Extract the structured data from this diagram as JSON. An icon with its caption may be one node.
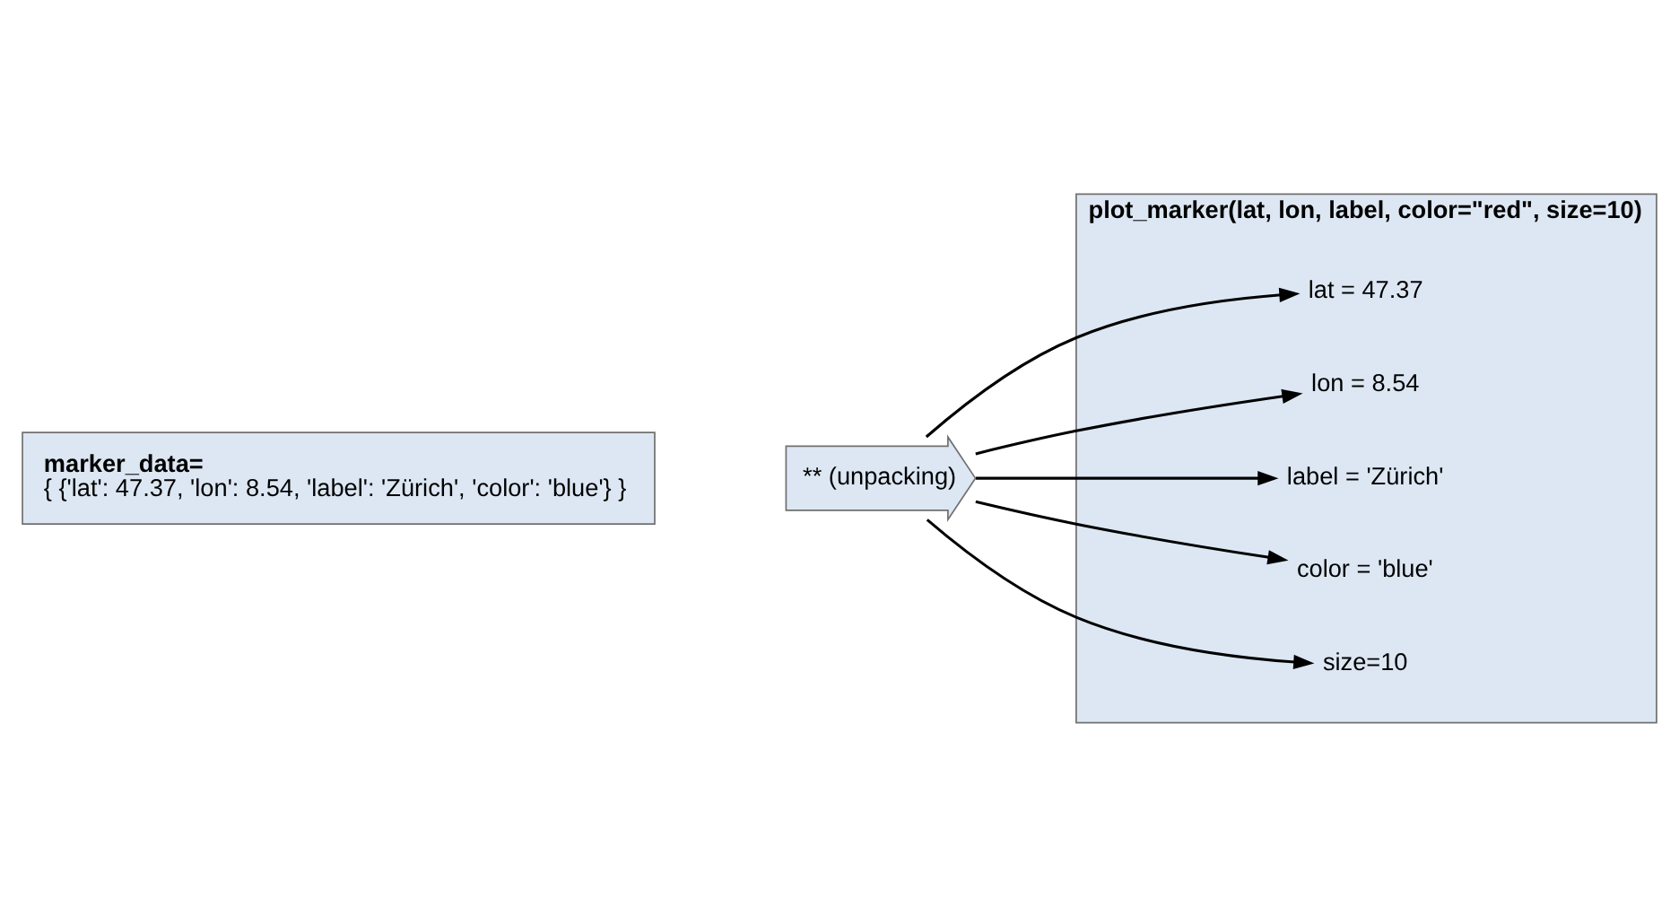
{
  "diagram": {
    "nodes": [
      {
        "text": [
          "marker_data=",
          "{ {'lat': 47.37, 'lon': 8.54, 'label': 'Zürich', 'color': 'blue'} }"
        ]
      },
      {
        "text": [
          "** (unpacking)"
        ]
      },
      {
        "text": [
          "plot_marker(lat, lon, label, color=\"red\", size=10)"
        ]
      },
      {
        "text": [
          "lat = 47.37"
        ],
        "in": 2
      },
      {
        "text": [
          "lon = 8.54"
        ],
        "in": 2
      },
      {
        "text": [
          "label = 'Zürich'"
        ],
        "in": 2
      },
      {
        "text": [
          "color = 'blue'"
        ],
        "in": 2
      },
      {
        "text": [
          "size=10"
        ],
        "in": 2
      }
    ],
    "edges": [
      {
        "from": 1,
        "to": 3,
        "arrow": "to"
      },
      {
        "from": 1,
        "to": 4,
        "arrow": "to"
      },
      {
        "from": 1,
        "to": 5,
        "arrow": "to"
      },
      {
        "from": 1,
        "to": 6,
        "arrow": "to"
      },
      {
        "from": 1,
        "to": 7,
        "arrow": "to"
      }
    ]
  }
}
